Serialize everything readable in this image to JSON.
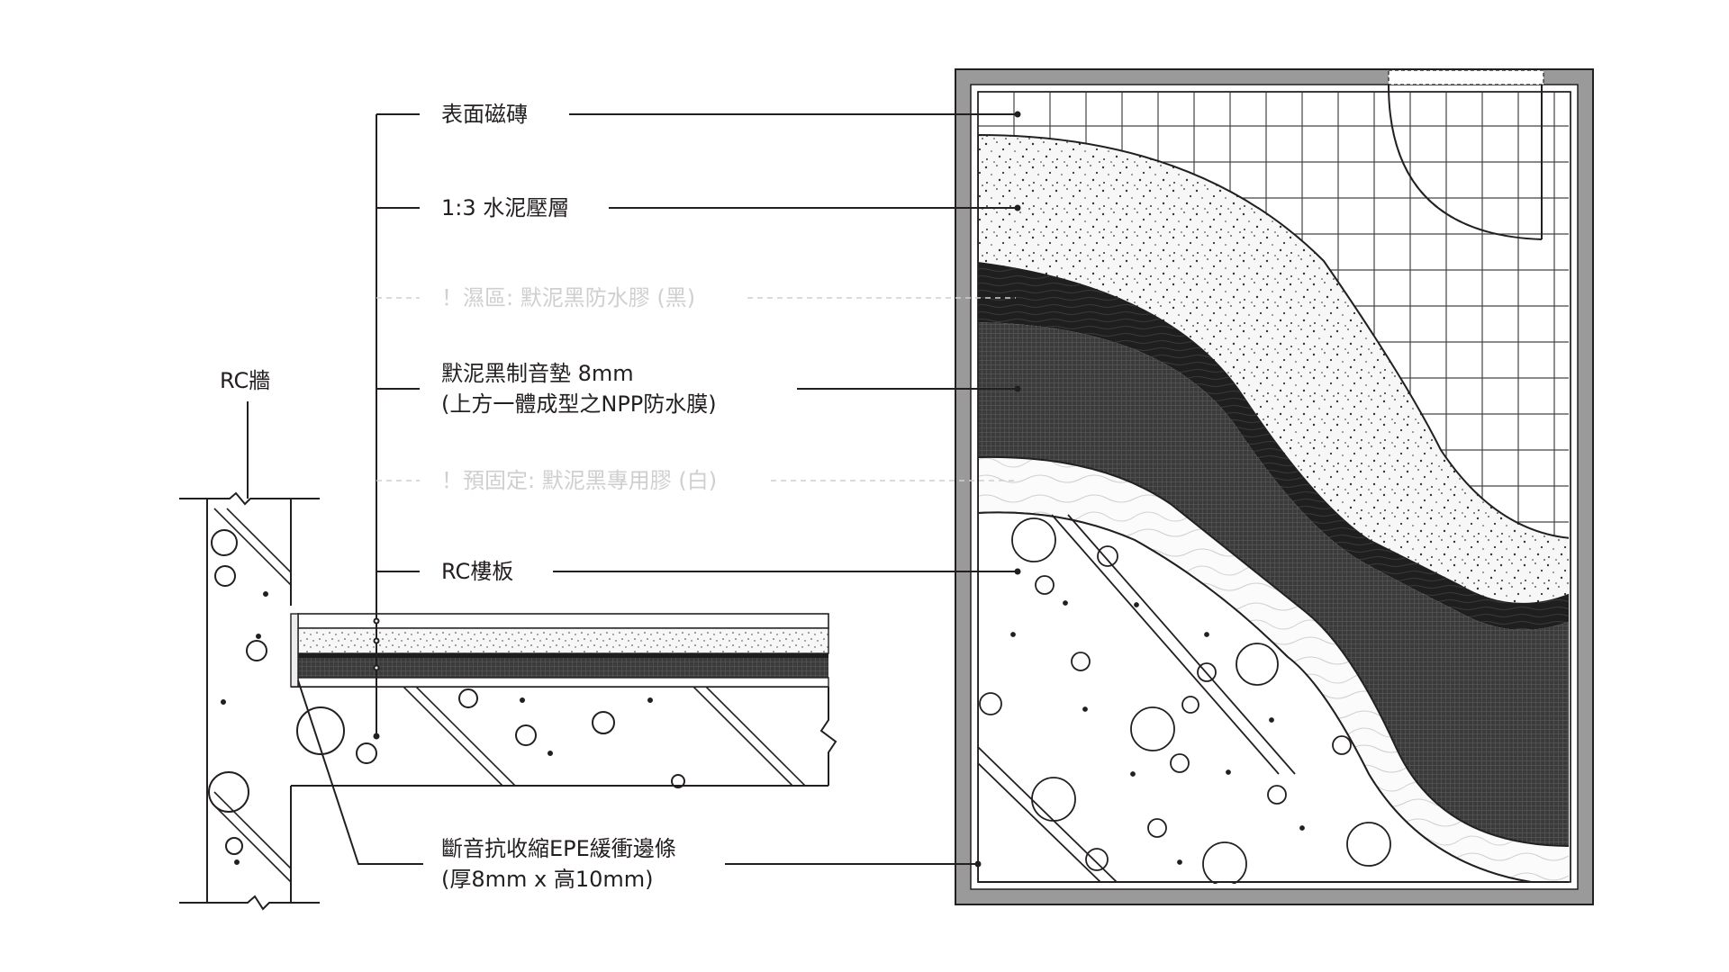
{
  "labels": {
    "surface_tile": "表面磁磚",
    "mortar": "1:3 水泥壓層",
    "wet_area_note": "！濕區: 默泥黑防水膠 (黑)",
    "acoustic_pad_line1": "默泥黑制音墊 8mm",
    "acoustic_pad_line2": "(上方一體成型之NPP防水膜)",
    "prefix_note": "！預固定: 默泥黑專用膠 (白)",
    "rc_slab": "RC樓板",
    "rc_wall": "RC牆",
    "edge_strip_line1": "斷音抗收縮EPE緩衝邊條",
    "edge_strip_line2": "(厚8mm x 高10mm)"
  },
  "colors": {
    "line": "#231f20",
    "faint_text": "#cfcfcf",
    "pad_dark": "#3c3c3c",
    "membrane_black": "#1e1e1e",
    "frame_grey": "#9a9a9a",
    "mortar_fill": "#f6f6f6"
  }
}
